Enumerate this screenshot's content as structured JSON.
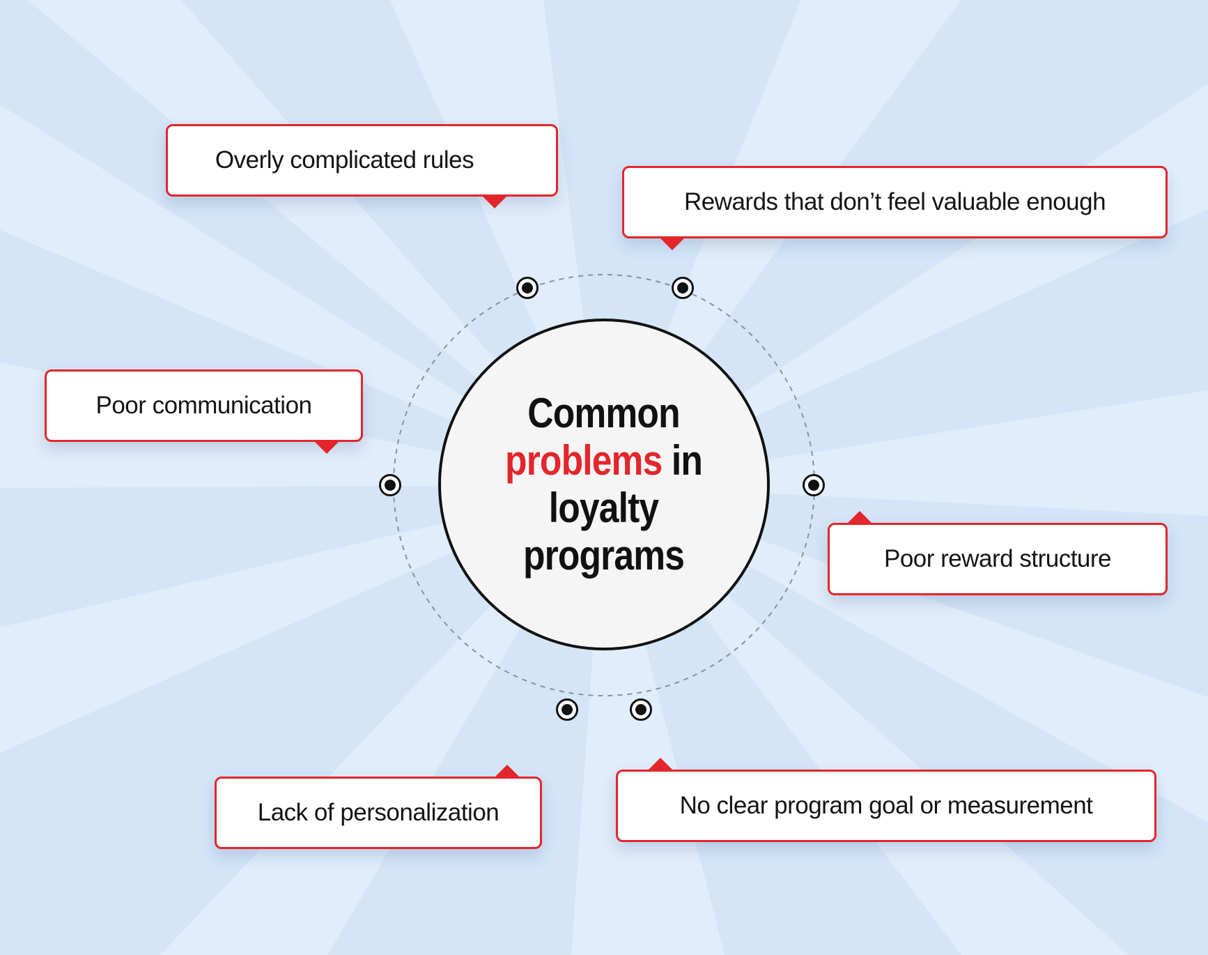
{
  "title": {
    "line1": "Common",
    "accent": "problems",
    "line2_rest": " in",
    "line3": "loyalty",
    "line4": "programs"
  },
  "problems": [
    "Overly complicated rules",
    "Rewards that don’t feel valuable enough",
    "Poor communication",
    "Poor reward structure",
    "Lack of personalization",
    "No clear program goal or measurement"
  ],
  "colors": {
    "accent": "#e3262b",
    "background": "#d4e5f8",
    "circle_fill": "#f5f5f5",
    "text": "#111111"
  }
}
